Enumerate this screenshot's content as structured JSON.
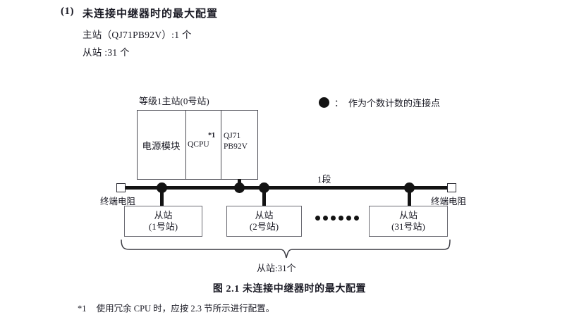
{
  "heading": {
    "number": "(1)",
    "title": "未连接中继器时的最大配置",
    "specs": [
      "主站（QJ71PB92V）:1 个",
      "从站 :31 个"
    ]
  },
  "legend": {
    "symbol": "filled-circle",
    "colon": "：",
    "text": "作为个数计数的连接点"
  },
  "diagram": {
    "rack": {
      "caption": "等级1主站(0号站)",
      "slots": [
        {
          "name": "psu",
          "label": "电源模块"
        },
        {
          "name": "cpu",
          "label": "QCPU",
          "note": "*1"
        },
        {
          "name": "network",
          "label_line1": "QJ71",
          "label_line2": "PB92V"
        }
      ]
    },
    "bus": {
      "segment_label": "1段",
      "terminator_left": "终端电阻",
      "terminator_right": "终端电阻",
      "node_symbol": "filled-circle",
      "terminator_symbol": "open-square"
    },
    "slaves": [
      {
        "title": "从站",
        "station": "(1号站)"
      },
      {
        "title": "从站",
        "station": "(2号站)"
      },
      {
        "title": "从站",
        "station": "(31号站)"
      }
    ],
    "ellipsis_dot_count": 6,
    "brace_label": "从站:31个"
  },
  "figure_caption": "图 2.1  未连接中继器时的最大配置",
  "footnote": {
    "mark": "*1",
    "text": "使用冗余 CPU 时，应按 2.3 节所示进行配置。"
  },
  "colors": {
    "ink": "#1a1a24",
    "line": "#131313",
    "box_border": "#6b6b73"
  }
}
